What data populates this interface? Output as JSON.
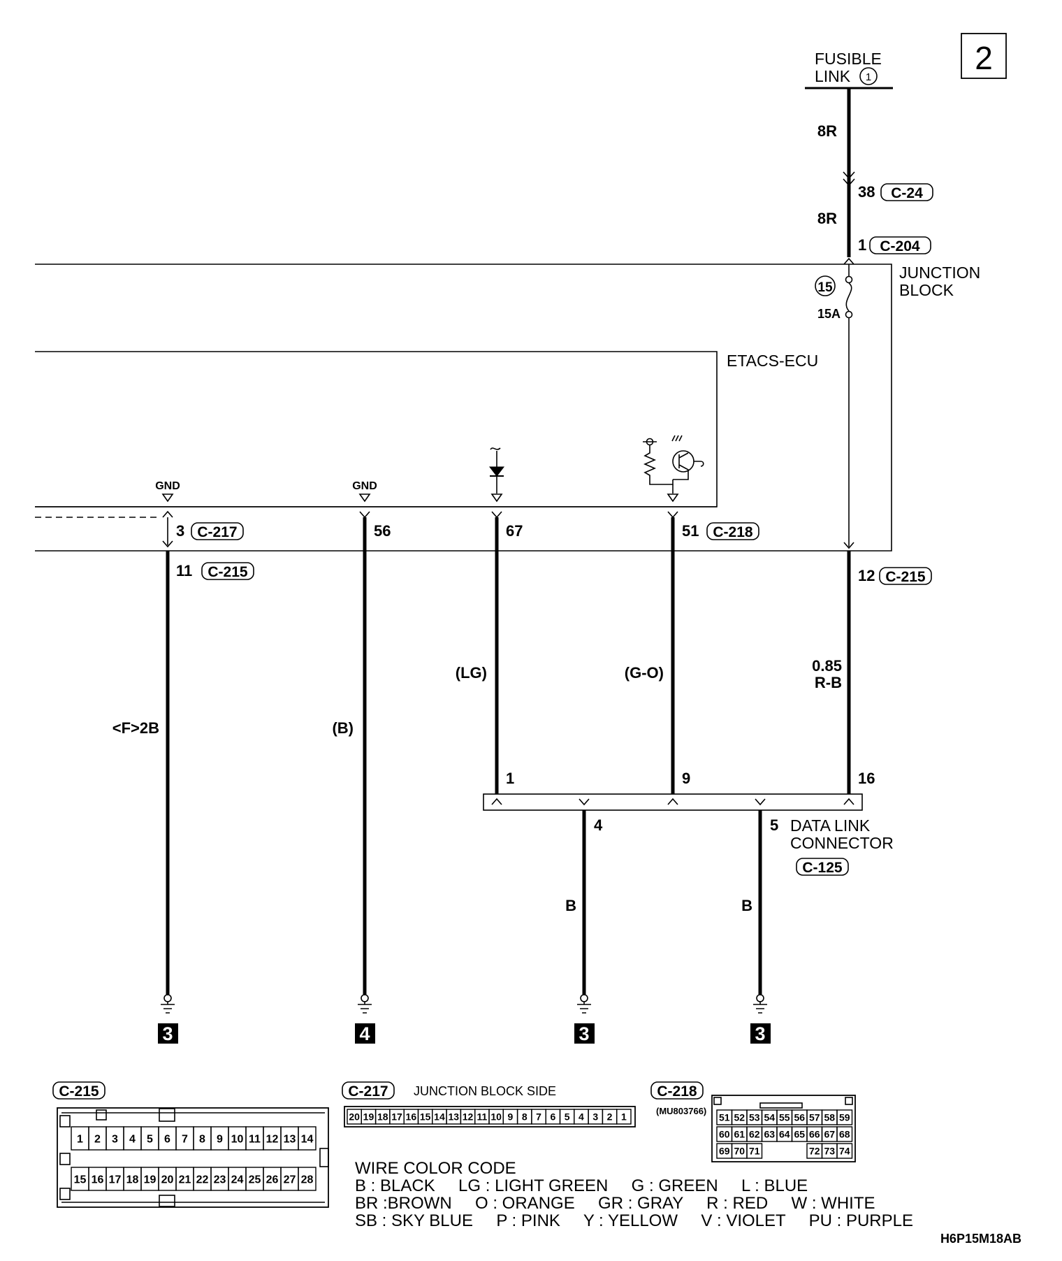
{
  "page_number": "2",
  "fusible_link": {
    "line1": "FUSIBLE",
    "line2": "LINK",
    "number": "1"
  },
  "junction_block": {
    "line1": "JUNCTION",
    "line2": "BLOCK"
  },
  "fuse": {
    "number": "15",
    "rating": "15A"
  },
  "ecu_label": "ETACS-ECU",
  "gnd_label": "GND",
  "wires": {
    "top_a": "8R",
    "top_b": "8R",
    "feed": "0.85",
    "feed_color": "R-B",
    "w11": "<F>2B",
    "w56": "(B)",
    "w67": "(LG)",
    "w51": "(G-O)",
    "dlc4": "B",
    "dlc5": "B"
  },
  "pins": {
    "p38": "38",
    "p1": "1",
    "p3": "3",
    "p11": "11",
    "p56": "56",
    "p67": "67",
    "p51": "51",
    "p12": "12",
    "d1": "1",
    "d9": "9",
    "d16": "16",
    "d4": "4",
    "d5": "5"
  },
  "connectors": {
    "c24": "C-24",
    "c204": "C-204",
    "c217": "C-217",
    "c215a": "C-215",
    "c218": "C-218",
    "c215b": "C-215",
    "c125": "C-125"
  },
  "dlc": {
    "line1": "DATA LINK",
    "line2": "CONNECTOR"
  },
  "grounds": [
    "3",
    "4",
    "3",
    "3"
  ],
  "bottom": {
    "c215_tag": "C-215",
    "c217_tag": "C-217",
    "c217_side": "JUNCTION BLOCK SIDE",
    "c218_tag": "C-218",
    "c218_part": "(MU803766)",
    "c215_row1": [
      "1",
      "2",
      "3",
      "4",
      "5",
      "6",
      "7",
      "8",
      "9",
      "10",
      "11",
      "12",
      "13",
      "14"
    ],
    "c215_row2": [
      "15",
      "16",
      "17",
      "18",
      "19",
      "20",
      "21",
      "22",
      "23",
      "24",
      "25",
      "26",
      "27",
      "28"
    ],
    "c217_row": [
      "20",
      "19",
      "18",
      "17",
      "16",
      "15",
      "14",
      "13",
      "12",
      "11",
      "10",
      "9",
      "8",
      "7",
      "6",
      "5",
      "4",
      "3",
      "2",
      "1"
    ],
    "c218_row1": [
      "51",
      "52",
      "53",
      "54",
      "55",
      "56",
      "57",
      "58",
      "59"
    ],
    "c218_row2": [
      "60",
      "61",
      "62",
      "63",
      "64",
      "65",
      "66",
      "67",
      "68"
    ],
    "c218_row3": [
      "69",
      "70",
      "71",
      "72",
      "73",
      "74"
    ]
  },
  "wire_color_code": {
    "title": "WIRE COLOR CODE",
    "line1": "B : BLACK     LG : LIGHT GREEN     G : GREEN     L : BLUE",
    "line2": "BR :BROWN     O : ORANGE     GR : GRAY     R : RED     W : WHITE",
    "line3": "SB : SKY BLUE     P : PINK     Y : YELLOW     V : VIOLET     PU : PURPLE"
  },
  "doc_code": "H6P15M18AB"
}
